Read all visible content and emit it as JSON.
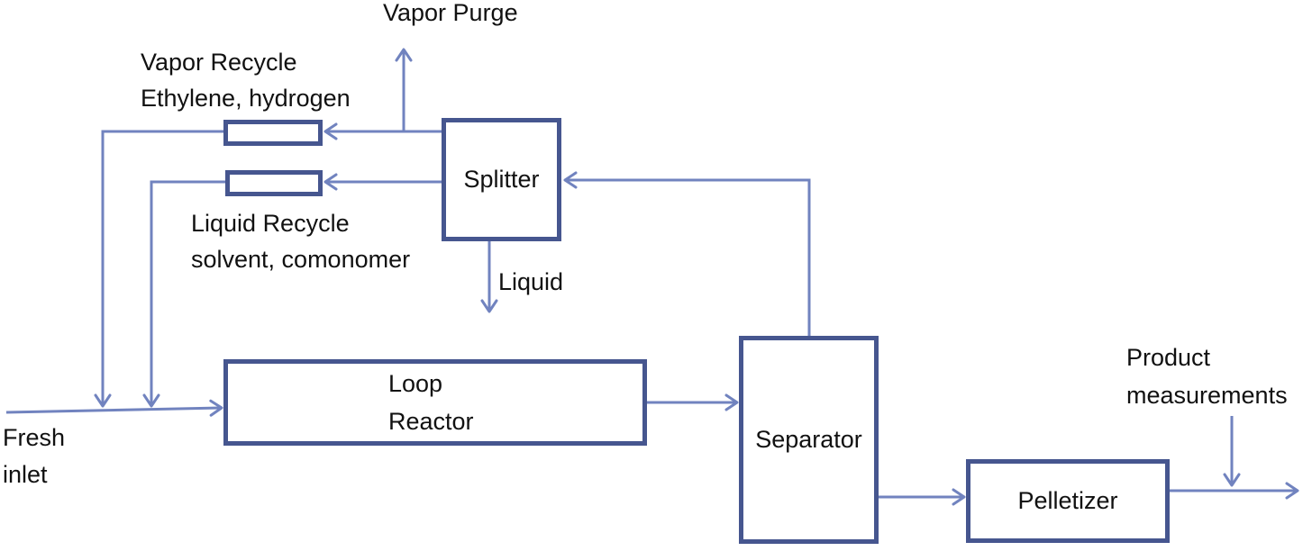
{
  "colors": {
    "box_border": "#46568F",
    "connector": "#7183BF",
    "text": "#111111",
    "background": "#ffffff"
  },
  "nodes": {
    "splitter": {
      "label": "Splitter"
    },
    "loop_reactor": {
      "line1": "Loop",
      "line2": "Reactor"
    },
    "separator": {
      "label": "Separator"
    },
    "pelletizer": {
      "label": "Pelletizer"
    }
  },
  "stream_labels": {
    "vapor_purge": "Vapor Purge",
    "vapor_recycle": {
      "line1": "Vapor Recycle",
      "line2": "Ethylene, hydrogen"
    },
    "liquid_recycle": {
      "line1": "Liquid Recycle",
      "line2": "solvent, comonomer"
    },
    "liquid_out": "Liquid",
    "fresh_inlet": {
      "line1": "Fresh",
      "line2": "inlet"
    },
    "product_measurements": {
      "line1": "Product",
      "line2": "measurements"
    }
  }
}
